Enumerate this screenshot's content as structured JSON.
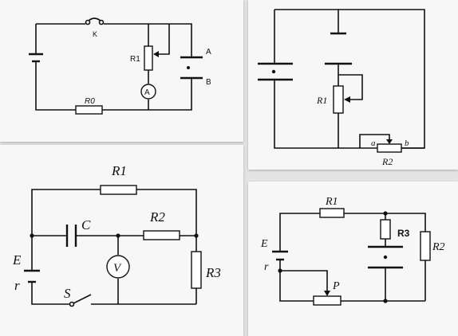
{
  "diagrams": [
    {
      "labels": {
        "K": "K",
        "R1": "R1",
        "A": "A",
        "B": "B",
        "R0": "R0",
        "ammeter": "A"
      }
    },
    {
      "labels": {
        "R1": "R1",
        "a": "a",
        "b": "b",
        "R2": "R2"
      }
    },
    {
      "labels": {
        "R1": "R1",
        "C": "C",
        "R2": "R2",
        "E": "E",
        "V": "V",
        "R3": "R3",
        "r": "r",
        "S": "S"
      }
    },
    {
      "labels": {
        "R1": "R1",
        "R3": "R3",
        "E": "E",
        "R2": "R2",
        "r": "r",
        "P": "P"
      }
    }
  ]
}
